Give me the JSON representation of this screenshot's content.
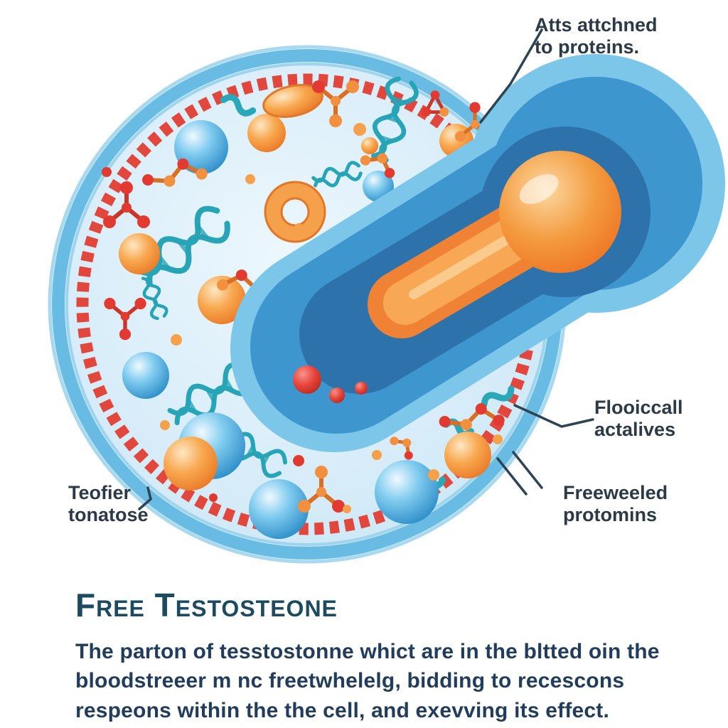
{
  "labels": {
    "attached_proteins": {
      "line1": "Atts attchned",
      "line2": "to proteins."
    },
    "biological_actives": {
      "line1": "Flooiccall",
      "line2": "actalives"
    },
    "freewheeled_proteins": {
      "line1": "Freeweeled",
      "line2": "protomins"
    },
    "free_testosterone_note": {
      "line1": "Teofier",
      "line2": "tonatose"
    }
  },
  "heading": {
    "title": "Free Testosteone"
  },
  "description": "The parton of tesstostonne whict are in the bltted oin the bloodstreeer m nc freetwhelelg, bidding to recescons respeons within the the cell, and exevving its effect.",
  "colors": {
    "membrane_red": "#e2473d",
    "cell_fill": "#cfe9f6",
    "cell_outline": "#68bce4",
    "receptor_blue": "#3e96cf",
    "receptor_channel": "#2d72ab",
    "ligand_orange": "#f08234",
    "dna_teal": "#27a4b6",
    "label_text": "#2b3a46",
    "title_text": "#1c4a5f"
  }
}
